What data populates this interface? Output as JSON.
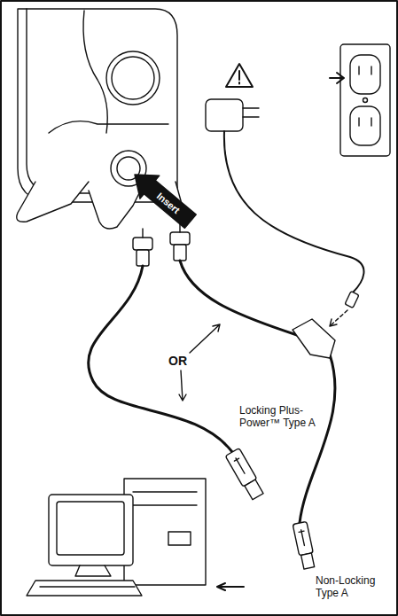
{
  "diagram": {
    "labels": [
      "Insert",
      "OR",
      "Locking Plus-Power™ Type A",
      "Non-Locking Type A"
    ]
  }
}
